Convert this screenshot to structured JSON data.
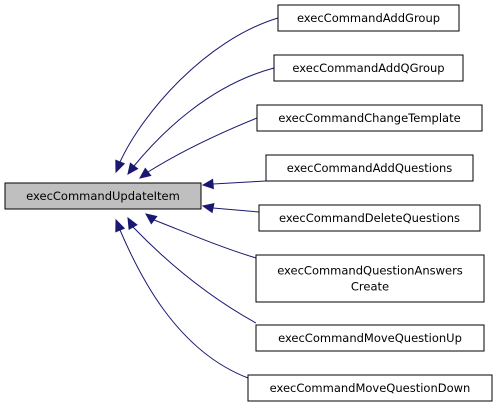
{
  "diagram": {
    "center": {
      "label": "execCommandUpdateItem"
    },
    "callers": [
      {
        "lines": [
          "execCommandAddGroup"
        ]
      },
      {
        "lines": [
          "execCommandAddQGroup"
        ]
      },
      {
        "lines": [
          "execCommandChangeTemplate"
        ]
      },
      {
        "lines": [
          "execCommandAddQuestions"
        ]
      },
      {
        "lines": [
          "execCommandDeleteQuestions"
        ]
      },
      {
        "lines": [
          "execCommandQuestionAnswers",
          "Create"
        ]
      },
      {
        "lines": [
          "execCommandMoveQuestionUp"
        ]
      },
      {
        "lines": [
          "execCommandMoveQuestionDown"
        ]
      }
    ],
    "colors": {
      "edge": "#191970",
      "center_fill": "#bfbfbf",
      "node_border": "#000000",
      "node_fill": "#ffffff"
    }
  }
}
